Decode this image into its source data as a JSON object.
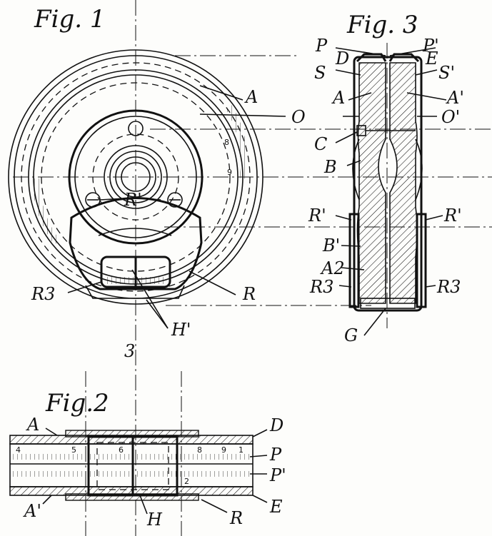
{
  "figures": {
    "fig1": "Fig. 1",
    "fig2": "Fig.2",
    "fig3": "Fig. 3",
    "section_mark": "3"
  },
  "labels_fig1": {
    "A": "A",
    "O": "O",
    "R_prime": "R'",
    "R3": "R3",
    "R": "R",
    "H_prime": "H'",
    "scale_8": "8",
    "scale_9": "9"
  },
  "labels_fig3": {
    "P": "P",
    "P_prime": "P'",
    "D": "D",
    "E": "E",
    "S": "S",
    "S_prime": "S'",
    "A": "A",
    "A_prime": "A'",
    "O_prime": "O'",
    "C": "C",
    "B": "B",
    "R_prime_left": "R'",
    "R_prime_right": "R'",
    "B_prime": "B'",
    "A2": "A2",
    "R3_left": "R3",
    "R3_right": "R3",
    "G": "G"
  },
  "labels_fig2": {
    "A": "A",
    "D": "D",
    "P": "P",
    "P_prime": "P'",
    "A_prime": "A'",
    "H": "H",
    "R": "R",
    "E": "E",
    "scale_4": "4",
    "scale_5": "5",
    "scale_6": "6",
    "scale_8": "8",
    "scale_9": "9",
    "scale_1": "1",
    "scale_2": "2"
  },
  "colors": {
    "ink": "#111111",
    "paper": "#fdfdfb"
  }
}
